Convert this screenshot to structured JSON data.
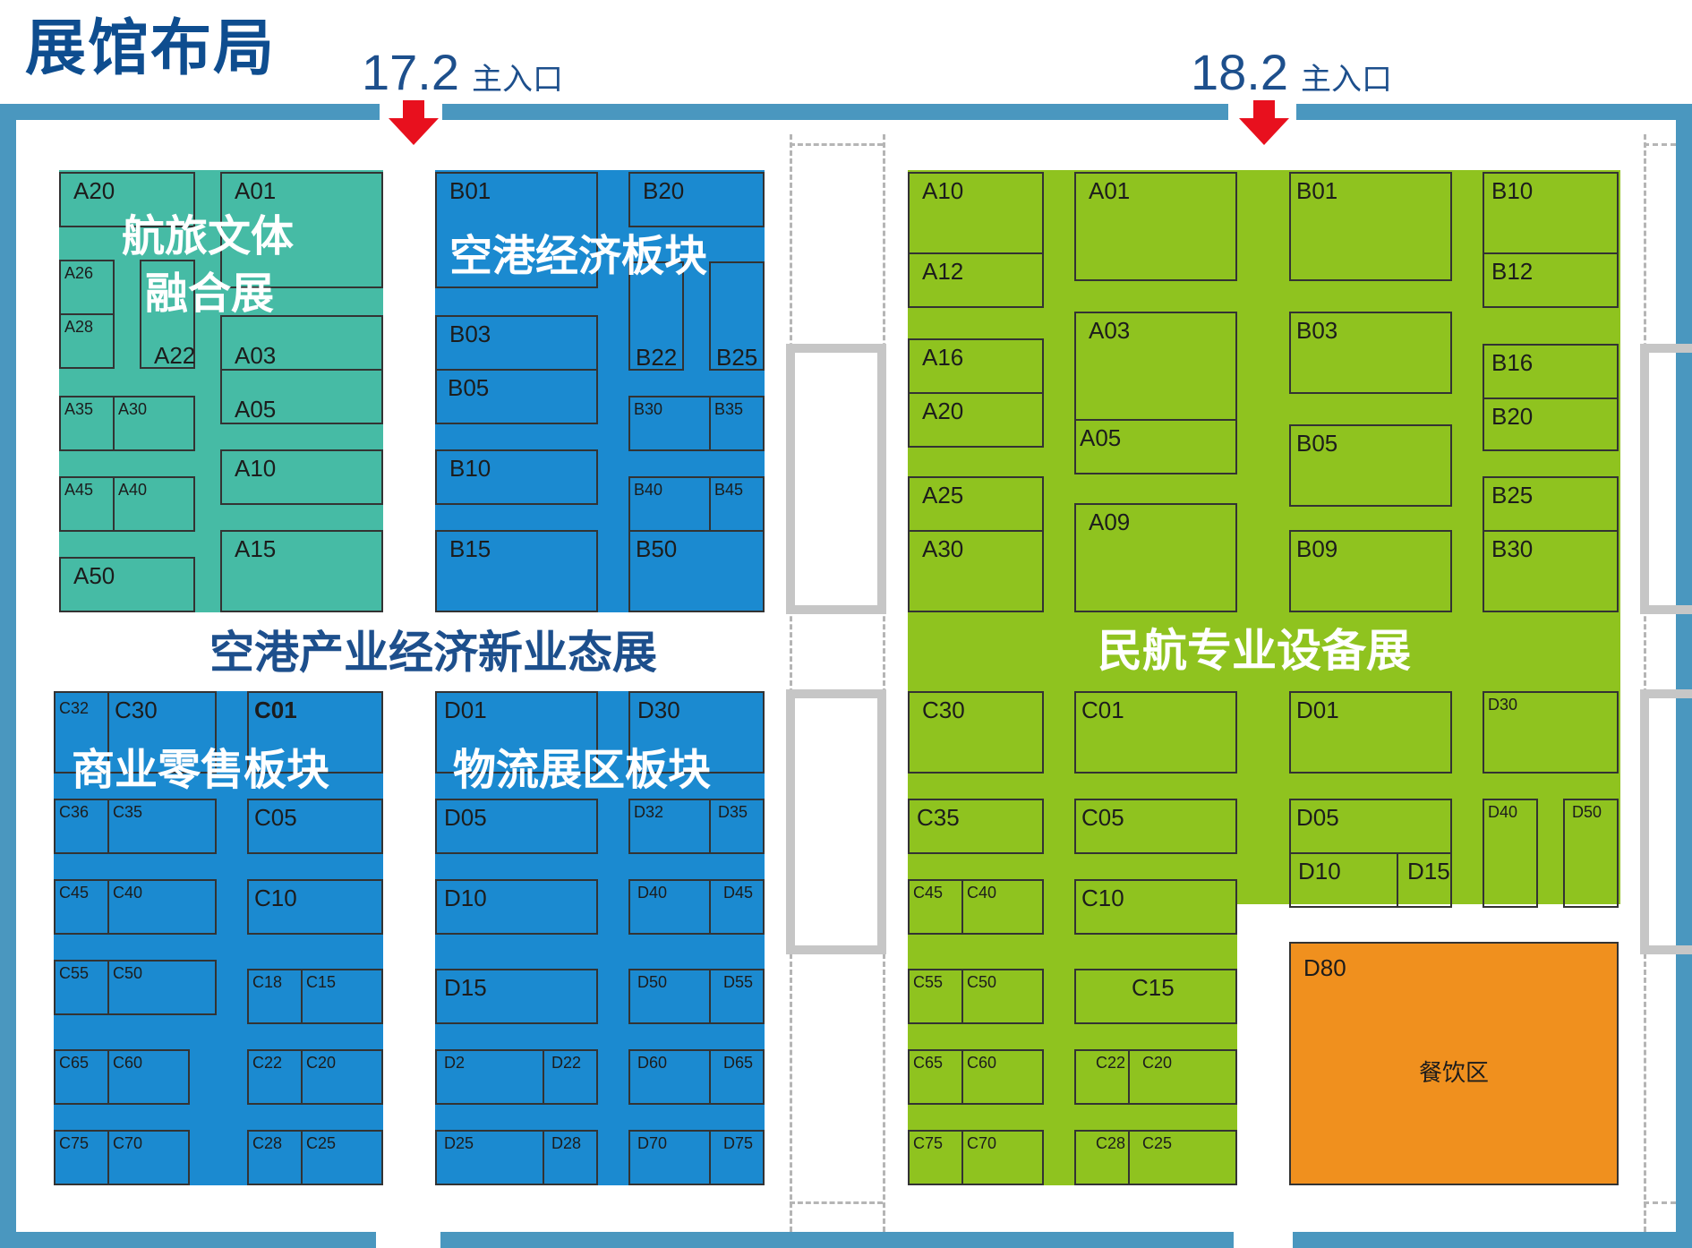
{
  "title": "展馆布局",
  "entrances": [
    {
      "number": "17.2",
      "label": "主入口"
    },
    {
      "number": "18.2",
      "label": "主入口"
    }
  ],
  "hall_17": {
    "zones": {
      "aviation_culture": {
        "line1": "航旅文体",
        "line2": "融合展",
        "color": "#46bba5"
      },
      "airport_economy": {
        "label": "空港经济板块",
        "color": "#1b8ad0"
      },
      "commerce_retail": {
        "label": "商业零售板块",
        "color": "#1b8ad0"
      },
      "logistics": {
        "label": "物流展区板块",
        "color": "#1b8ad0"
      },
      "hall_title": "空港产业经济新业态展"
    },
    "booths_a": [
      "A20",
      "A01",
      "A26",
      "A28",
      "A22",
      "A03",
      "A05",
      "A35",
      "A30",
      "A10",
      "A45",
      "A40",
      "A15",
      "A50"
    ],
    "booths_b": [
      "B01",
      "B20",
      "B03",
      "B05",
      "B22",
      "B25",
      "B30",
      "B35",
      "B10",
      "B40",
      "B45",
      "B50",
      "B15"
    ],
    "booths_c": [
      "C32",
      "C30",
      "C01",
      "C36",
      "C35",
      "C05",
      "C45",
      "C40",
      "C10",
      "C55",
      "C50",
      "C18",
      "C15",
      "C65",
      "C60",
      "C22",
      "C20",
      "C75",
      "C70",
      "C28",
      "C25"
    ],
    "booths_d": [
      "D01",
      "D30",
      "D05",
      "D32",
      "D35",
      "D10",
      "D40",
      "D45",
      "D15",
      "D50",
      "D55",
      "D2",
      "D22",
      "D60",
      "D65",
      "D25",
      "D28",
      "D70",
      "D75"
    ]
  },
  "hall_18": {
    "zone": {
      "label": "民航专业设备展",
      "color": "#8fc31f"
    },
    "booths_a": [
      "A10",
      "A12",
      "A01",
      "A16",
      "A20",
      "A03",
      "A05",
      "A25",
      "A30",
      "A09"
    ],
    "booths_b": [
      "B01",
      "B10",
      "B12",
      "B03",
      "B16",
      "B20",
      "B05",
      "B25",
      "B30",
      "B09"
    ],
    "booths_c": [
      "C30",
      "C01",
      "C35",
      "C05",
      "C45",
      "C40",
      "C10",
      "C55",
      "C50",
      "C15",
      "C65",
      "C60",
      "C22",
      "C20",
      "C75",
      "C70",
      "C28",
      "C25"
    ],
    "booths_d": [
      "D01",
      "D30",
      "D05",
      "D40",
      "D50",
      "D10",
      "D15"
    ],
    "food": {
      "code": "D80",
      "name": "餐饮区",
      "color": "#f0901e"
    }
  }
}
